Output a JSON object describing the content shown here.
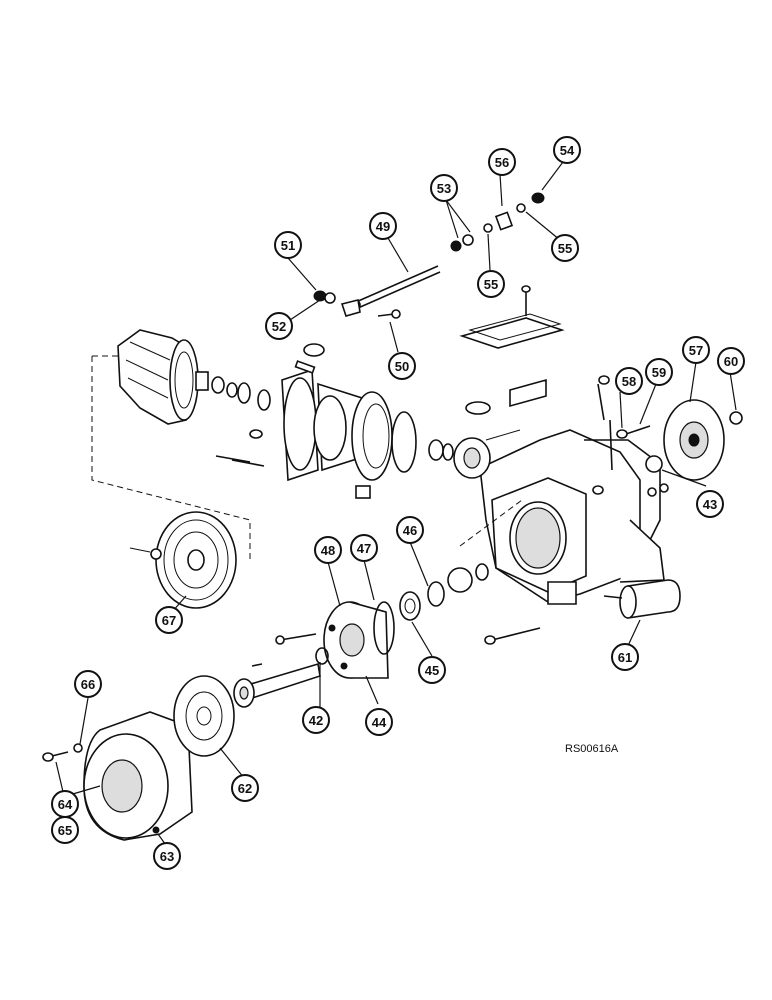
{
  "figure": {
    "reference_code": "RS00616A"
  },
  "callouts": [
    "42",
    "43",
    "44",
    "45",
    "46",
    "47",
    "48",
    "49",
    "50",
    "51",
    "52",
    "53",
    "54",
    "55",
    "55",
    "56",
    "57",
    "58",
    "59",
    "60",
    "61",
    "62",
    "63",
    "64",
    "65",
    "66",
    "67"
  ]
}
